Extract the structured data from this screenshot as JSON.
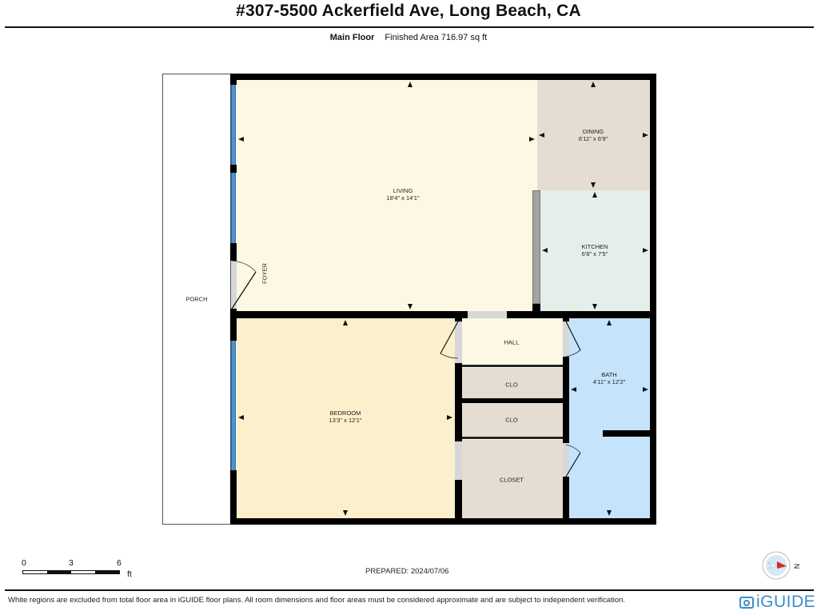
{
  "header": {
    "title": "#307-5500 Ackerfield Ave, Long Beach, CA",
    "floor_name": "Main Floor",
    "finished_area": "Finished Area 716.97 sq ft"
  },
  "rooms": {
    "living": {
      "name": "LIVING",
      "dims": "18'4\" x 14'1\"",
      "color": "#fdf8e4"
    },
    "dining": {
      "name": "DINING",
      "dims": "6'11\" x 6'9\"",
      "color": "#e5ddd1"
    },
    "kitchen": {
      "name": "KITCHEN",
      "dims": "6'8\" x 7'5\"",
      "color": "#e4efea"
    },
    "bedroom": {
      "name": "BEDROOM",
      "dims": "13'3\" x 12'1\"",
      "color": "#fcefcc"
    },
    "hall": {
      "name": "HALL",
      "color": "#fdf8e4"
    },
    "clo1": {
      "name": "CLO",
      "color": "#e5ddd1"
    },
    "clo2": {
      "name": "CLO",
      "color": "#e5ddd1"
    },
    "closet": {
      "name": "CLOSET",
      "color": "#e5ddd1"
    },
    "bath": {
      "name": "BATH",
      "dims": "4'11\" x 12'2\"",
      "color": "#c5e3fb"
    },
    "porch": {
      "name": "PORCH",
      "color": "#ffffff"
    },
    "foyer": {
      "name": "FOYER"
    }
  },
  "scale_bar": {
    "ticks": [
      "0",
      "3",
      "6"
    ],
    "unit": "ft"
  },
  "prepared": "PREPARED: 2024/07/06",
  "compass": {
    "label": "N",
    "icon": "compass-icon"
  },
  "footer": {
    "disclaimer": "White regions are excluded from total floor area in iGUIDE floor plans. All room dimensions and floor areas must be considered approximate and are subject to independent verification.",
    "brand": "iGUIDE",
    "brand_color": "#3a8fc8"
  }
}
